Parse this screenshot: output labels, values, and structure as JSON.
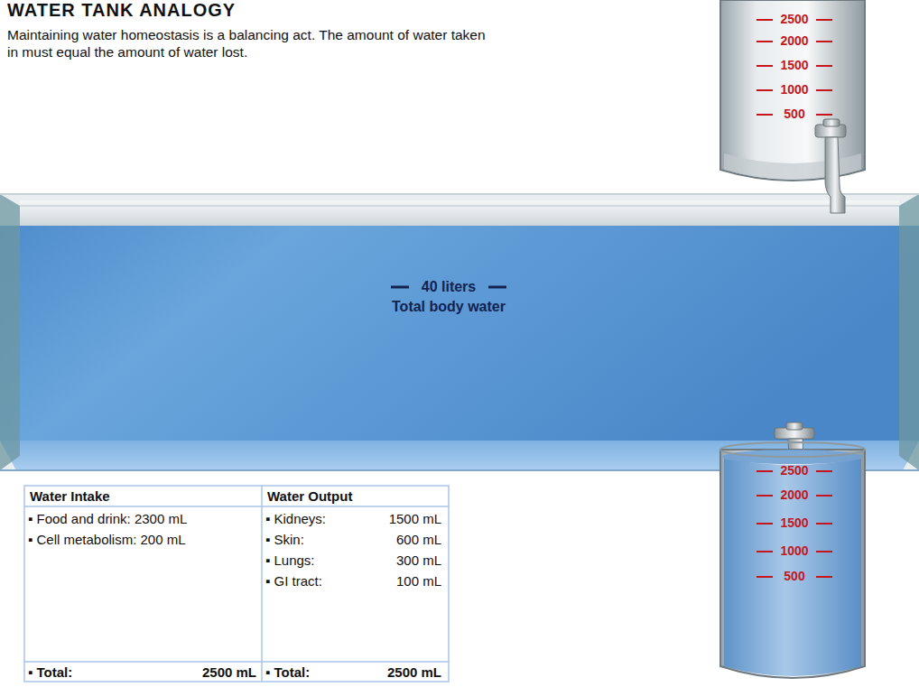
{
  "diagram": {
    "title": "WATER TANK ANALOGY",
    "nodes": [
      {
        "text": [
          "40 liters",
          "Total body water"
        ]
      }
    ],
    "labels": [
      "Maintaining water homeostasis is a balancing act. The amount of water taken in must equal the amount of water lost.",
      "2500",
      "2000",
      "1500",
      "1000",
      "500",
      "2500",
      "2000",
      "1500",
      "1000",
      "500",
      "Water Intake",
      "Water Output",
      "▪ Food and drink: 2300 mL",
      "▪ Cell metabolism: 200 mL",
      "▪ Kidneys:",
      "1500 mL",
      "▪ Skin:",
      "600 mL",
      "▪ Lungs:",
      "300 mL",
      "▪ GI tract:",
      "100 mL",
      "▪ Total:",
      "2500 mL",
      "▪ Total:",
      "2500 mL"
    ]
  }
}
